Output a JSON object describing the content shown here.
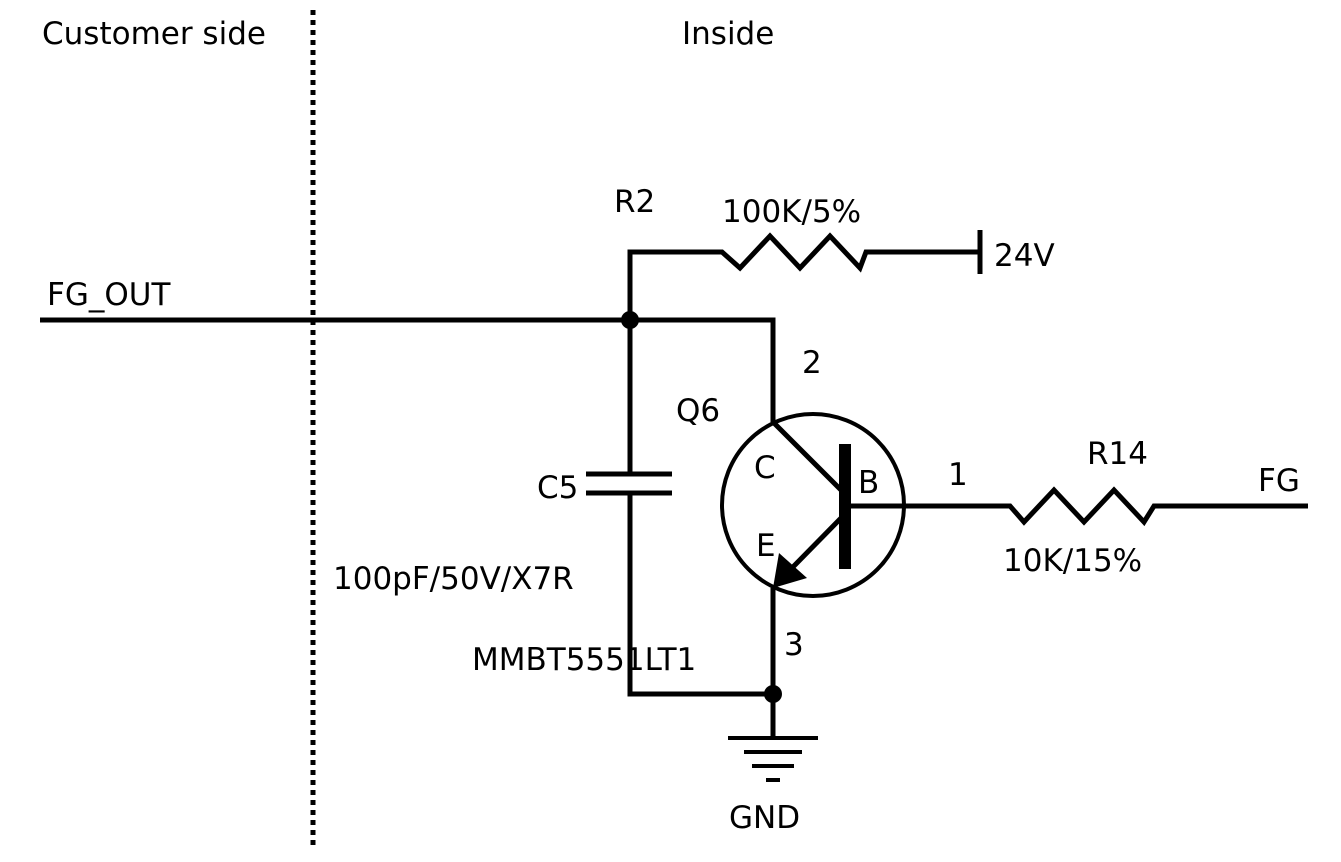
{
  "regions": {
    "customer": "Customer side",
    "inside": "Inside"
  },
  "nets": {
    "fg_out": "FG_OUT",
    "fg": "FG",
    "supply": "24V",
    "ground": "GND"
  },
  "components": {
    "r2": {
      "ref": "R2",
      "value": "100K/5%"
    },
    "r14": {
      "ref": "R14",
      "value": "10K/15%"
    },
    "c5": {
      "ref": "C5",
      "value": "100pF/50V/X7R"
    },
    "q6": {
      "ref": "Q6",
      "part": "MMBT5551LT1",
      "pins": {
        "c": "C",
        "b": "B",
        "e": "E"
      },
      "pin_numbers": {
        "base": "1",
        "collector": "2",
        "emitter": "3"
      }
    }
  }
}
